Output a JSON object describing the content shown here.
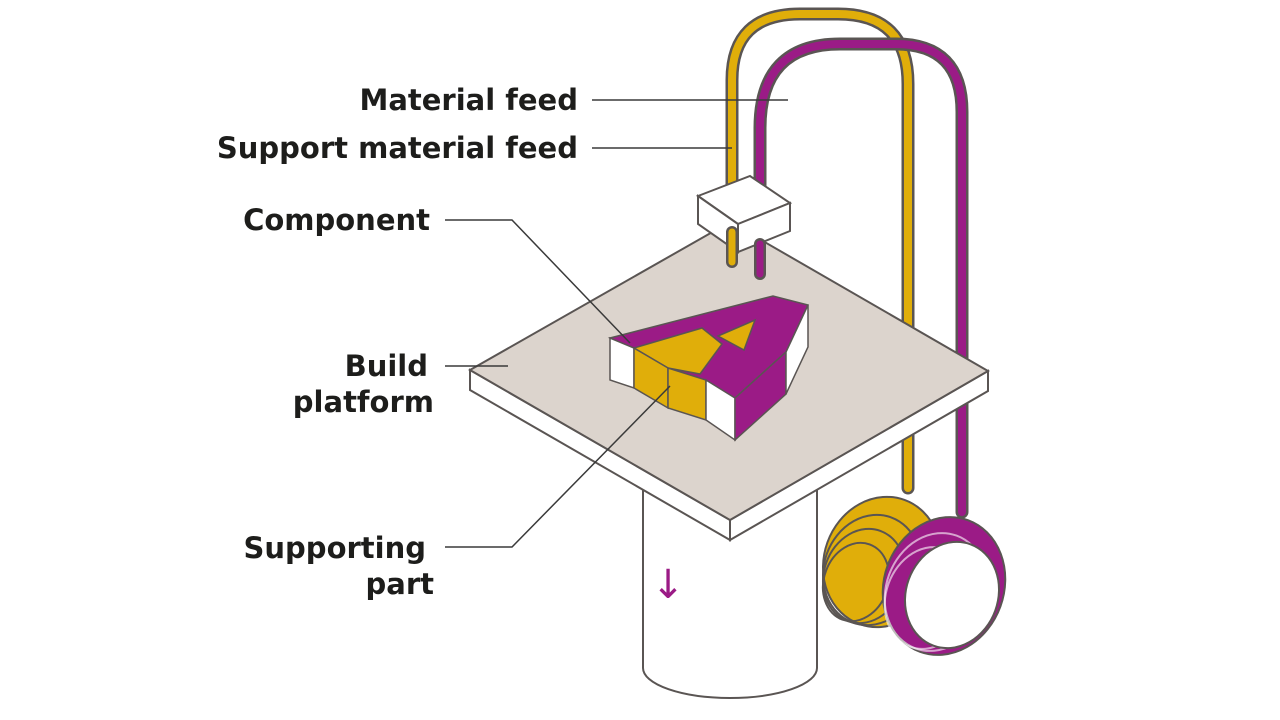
{
  "labels": {
    "material_feed": "Material feed",
    "support_material_feed": "Support material feed",
    "component": "Component",
    "build_platform_line1": "Build",
    "build_platform_line2": "platform",
    "supporting_part_line1": "Supporting",
    "supporting_part_line2": "part",
    "direction_arrow": "↓"
  },
  "colors": {
    "outline": "#5a5553",
    "material": "#e0ae0a",
    "support_material": "#9b1b86",
    "platform": "#dcd4cd",
    "white": "#ffffff",
    "leader": "#3a3a3a",
    "label_text": "#1d1d1b"
  }
}
